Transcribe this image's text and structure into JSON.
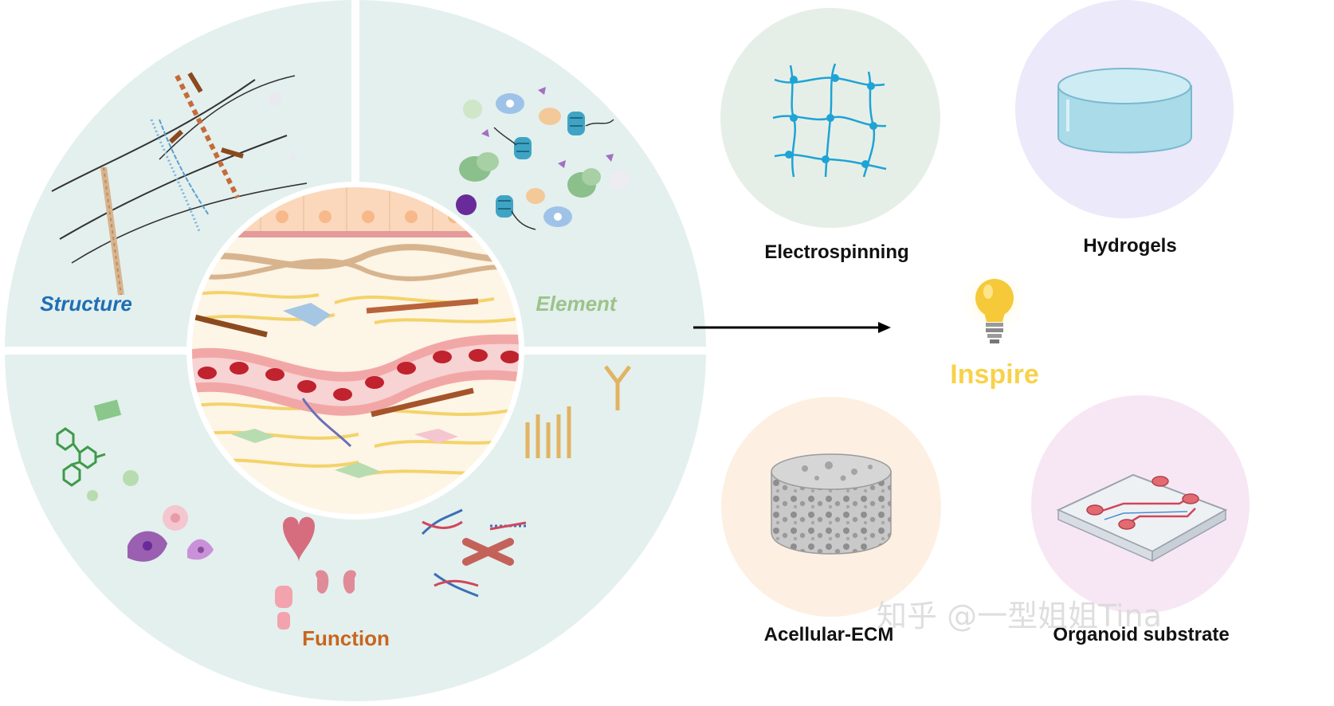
{
  "wheel": {
    "quadrants": [
      {
        "id": "structure",
        "label": "Structure",
        "color": "#1f6fb5",
        "italic": true
      },
      {
        "id": "element",
        "label": "Element",
        "color": "#9cc38a",
        "italic": true
      },
      {
        "id": "function",
        "label": "Function",
        "color": "#c8651e",
        "italic": false
      }
    ],
    "background_color": "#e3f0ee"
  },
  "arrow": {
    "color": "#000000"
  },
  "inspire": {
    "label": "Inspire",
    "color": "#f7d24a"
  },
  "applications": [
    {
      "id": "electrospinning",
      "label": "Electrospinning",
      "circle_color": "#e6efe7",
      "icon": "fiber-mesh-icon"
    },
    {
      "id": "hydrogels",
      "label": "Hydrogels",
      "circle_color": "#ece9fa",
      "icon": "hydrogel-disc-icon"
    },
    {
      "id": "acellular-ecm",
      "label": "Acellular-ECM",
      "circle_color": "#fdf0e2",
      "icon": "porous-scaffold-icon"
    },
    {
      "id": "organoid-substrate",
      "label": "Organoid substrate",
      "circle_color": "#f7e7f4",
      "icon": "microfluidic-chip-icon"
    }
  ],
  "watermark": {
    "text": "知乎 @一型姐姐Tina"
  }
}
